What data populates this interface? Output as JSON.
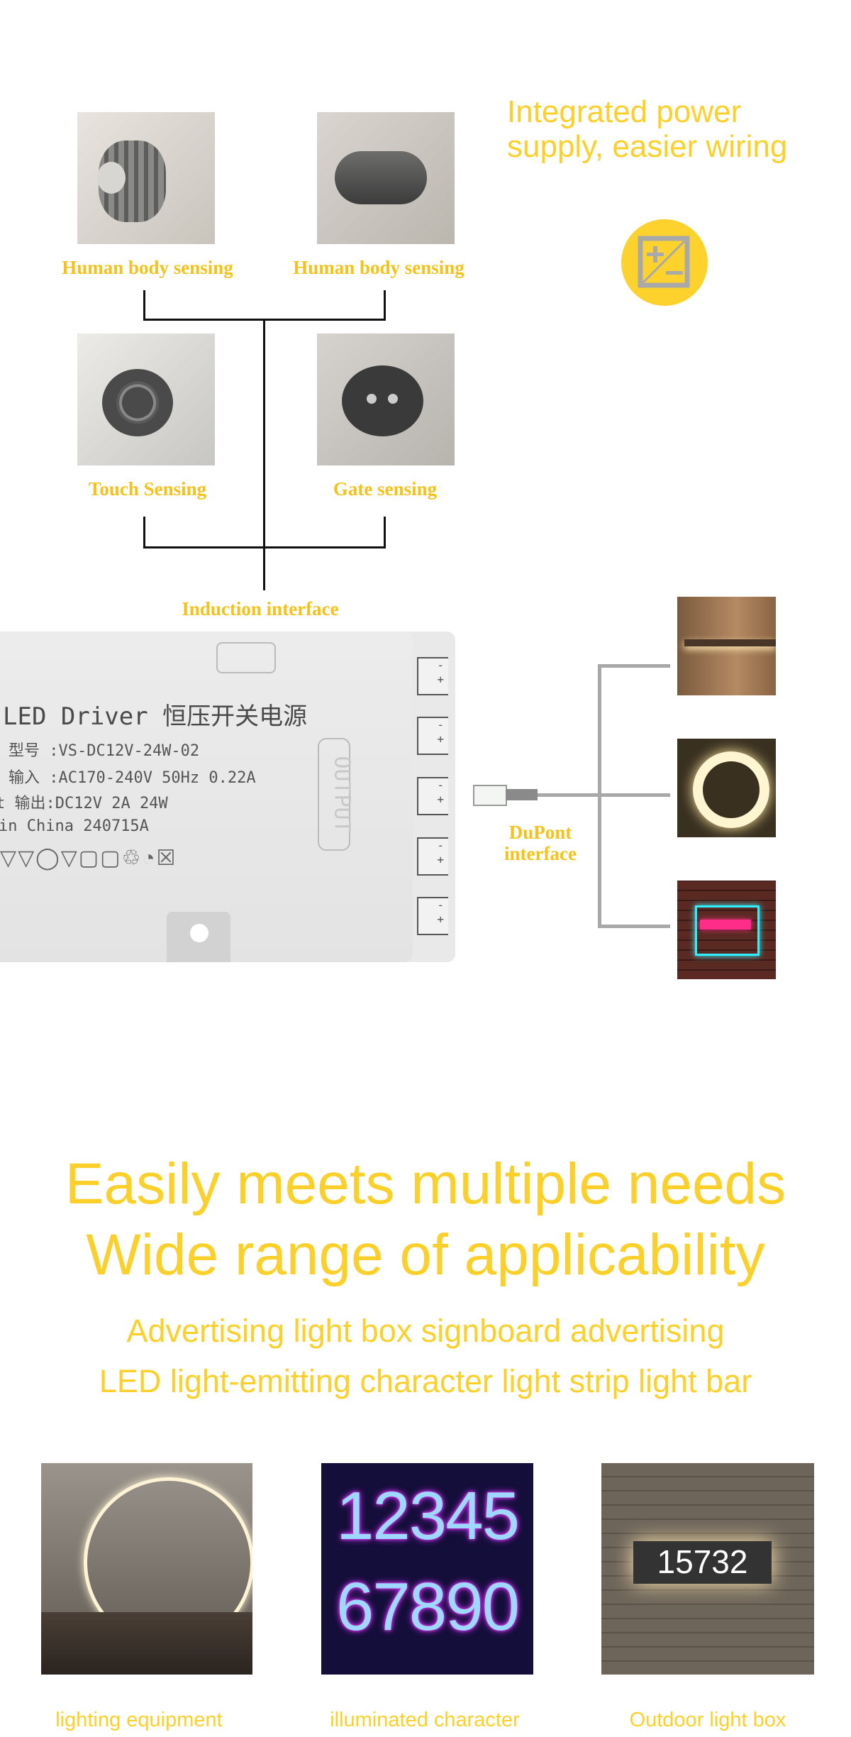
{
  "sensors": [
    {
      "label": "Human body sensing"
    },
    {
      "label": "Human body sensing"
    },
    {
      "label": "Touch Sensing"
    },
    {
      "label": "Gate sensing"
    }
  ],
  "induction_label": "Induction interface",
  "feature": {
    "line1": "Integrated power",
    "line2": "supply, easier wiring",
    "icon": "ac-dc-converter-icon"
  },
  "driver": {
    "title": "LED Driver 恒压开关电源",
    "model": "型号 :VS-DC12V-24W-02",
    "input": "输入 :AC170-240V 50Hz 0.22A",
    "output": "t 输出:DC12V 2A 24W",
    "made": "in China 240715A",
    "output_label": "OUTPUT"
  },
  "dupont": {
    "line1": "DuPont",
    "line2": "interface"
  },
  "headline": {
    "line1": "Easily meets multiple needs",
    "line2": "Wide range of applicability"
  },
  "subtitle": {
    "line1": "Advertising light box signboard advertising",
    "line2": "LED light-emitting character light strip light bar"
  },
  "applications": [
    {
      "caption": "lighting equipment"
    },
    {
      "caption": "illuminated character",
      "digits_top": "12345",
      "digits_bottom": "67890"
    },
    {
      "caption": "Outdoor light box",
      "number": "15732"
    }
  ],
  "colors": {
    "accent": "#fcd02a",
    "label": "#f4c21b",
    "line_gray": "#a8a8a8"
  }
}
